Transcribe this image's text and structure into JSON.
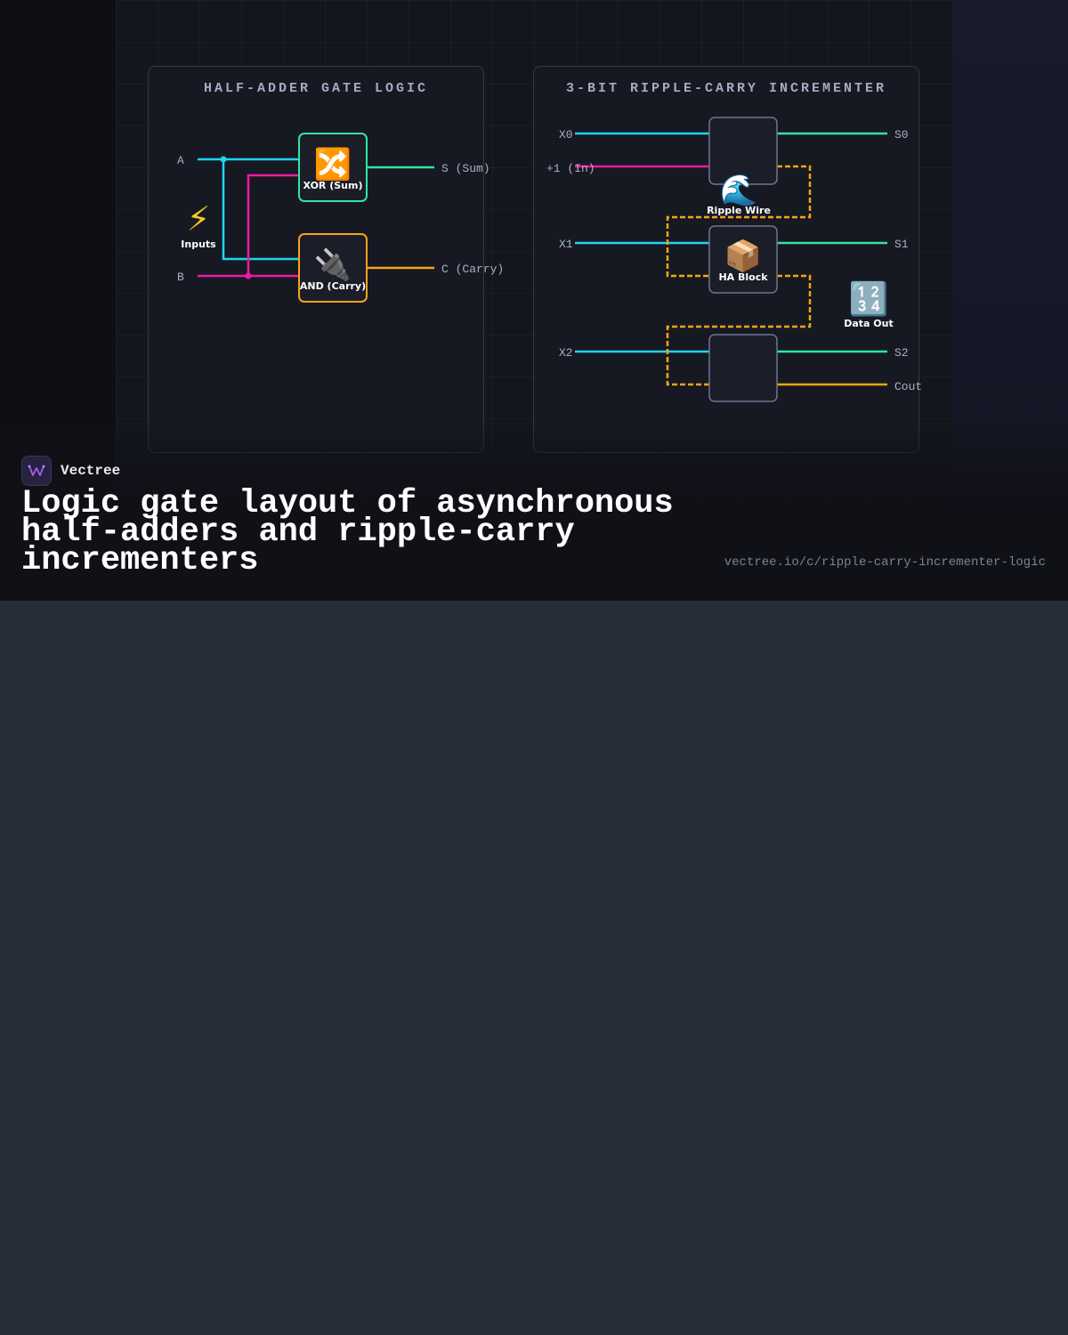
{
  "brand": {
    "name": "Vectree"
  },
  "headline": "Logic gate layout of asynchronous half-adders and ripple-carry incrementers",
  "url": "vectree.io/c/ripple-carry-incrementer-logic",
  "colors": {
    "cyan": "#22d3ee",
    "magenta": "#ec1aa5",
    "green": "#2ee6a2",
    "orange": "#f7a416"
  },
  "left_panel": {
    "title": "HALF-ADDER GATE LOGIC",
    "inputs": {
      "a": "A",
      "b": "B",
      "caption": "Inputs",
      "icon": "⚡"
    },
    "xor_gate": {
      "caption": "XOR (Sum)",
      "icon": "🔀"
    },
    "and_gate": {
      "caption": "AND (Carry)",
      "icon": "🔌"
    },
    "outputs": {
      "sum": "S (Sum)",
      "carry": "C (Carry)"
    }
  },
  "right_panel": {
    "title": "3-BIT RIPPLE-CARRY INCREMENTER",
    "inputs": {
      "x0": "X0",
      "plus_one": "+1 (In)",
      "x1": "X1",
      "x2": "X2"
    },
    "outputs": {
      "s0": "S0",
      "s1": "S1",
      "s2": "S2",
      "cout": "Cout"
    },
    "ripple_wire": {
      "caption": "Ripple Wire",
      "icon": "🌊"
    },
    "ha_block": {
      "caption": "HA Block",
      "icon": "📦"
    },
    "data_out": {
      "caption": "Data Out",
      "icon": "🔢"
    }
  }
}
